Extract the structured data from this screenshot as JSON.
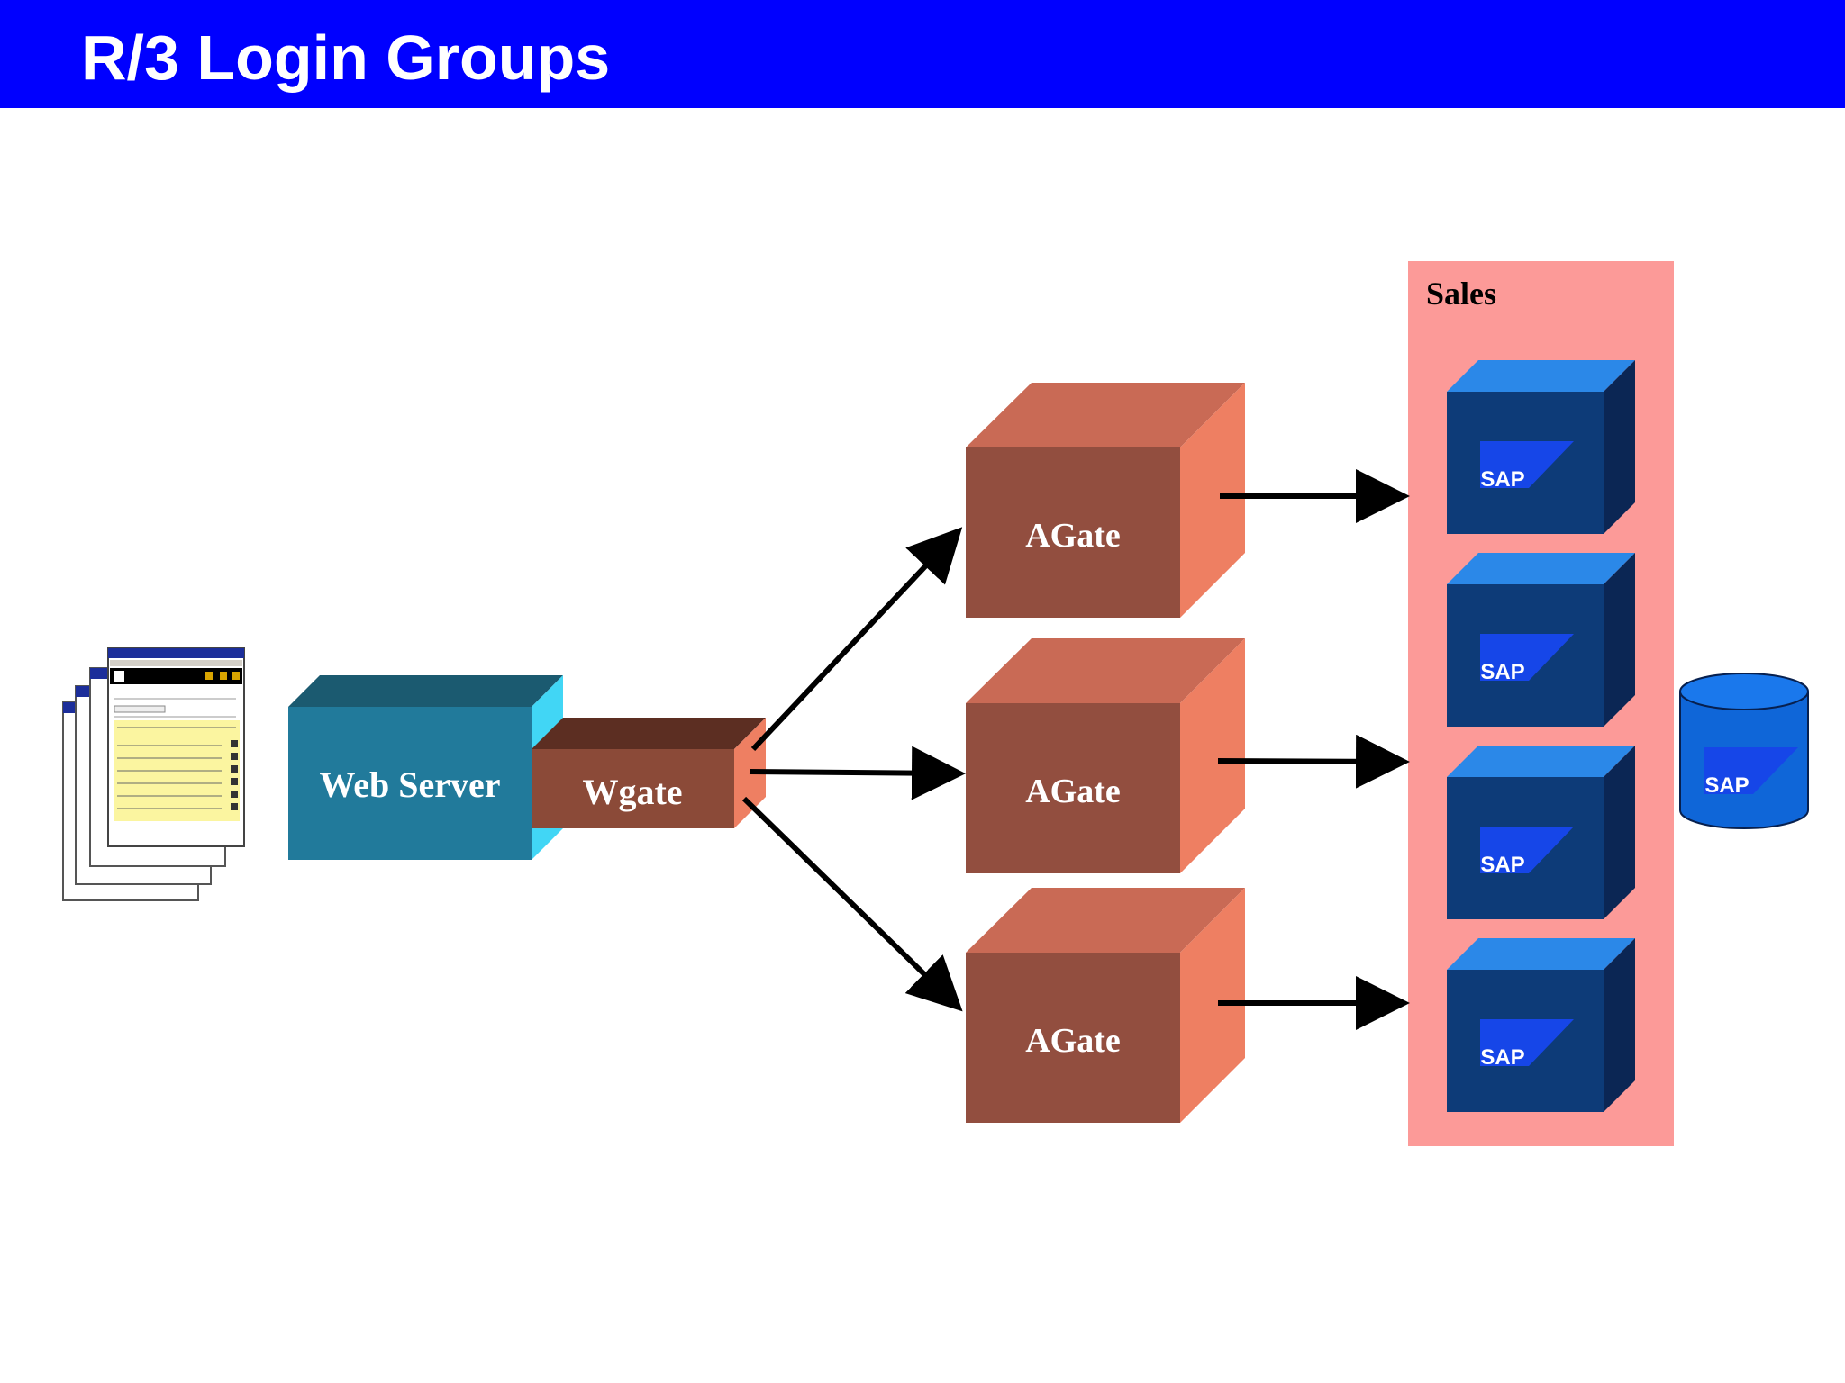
{
  "slide": {
    "title": "R/3 Login Groups"
  },
  "diagram": {
    "web_server_label": "Web Server",
    "wgate_label": "Wgate",
    "agates": [
      {
        "label": "AGate"
      },
      {
        "label": "AGate"
      },
      {
        "label": "AGate"
      }
    ],
    "sales_group": {
      "label": "Sales",
      "servers": [
        {
          "logo": "SAP"
        },
        {
          "logo": "SAP"
        },
        {
          "logo": "SAP"
        },
        {
          "logo": "SAP"
        }
      ]
    },
    "database": {
      "logo": "SAP"
    },
    "browser_stack_icon": "browser-windows-stack-icon"
  },
  "colors": {
    "title_bar": "#0000ff",
    "agate_front": "#924e3f",
    "agate_top": "#c96a55",
    "agate_side": "#ee7f62",
    "wgate_front": "#8b4a38",
    "web_server_front": "#217a9b",
    "web_server_side": "#41d6f5",
    "sales_bg": "#fc9a98",
    "sap_front": "#0d3b78",
    "sap_top": "#2b88e8",
    "sap_side": "#0b2654",
    "db_body": "#0f66d8"
  }
}
